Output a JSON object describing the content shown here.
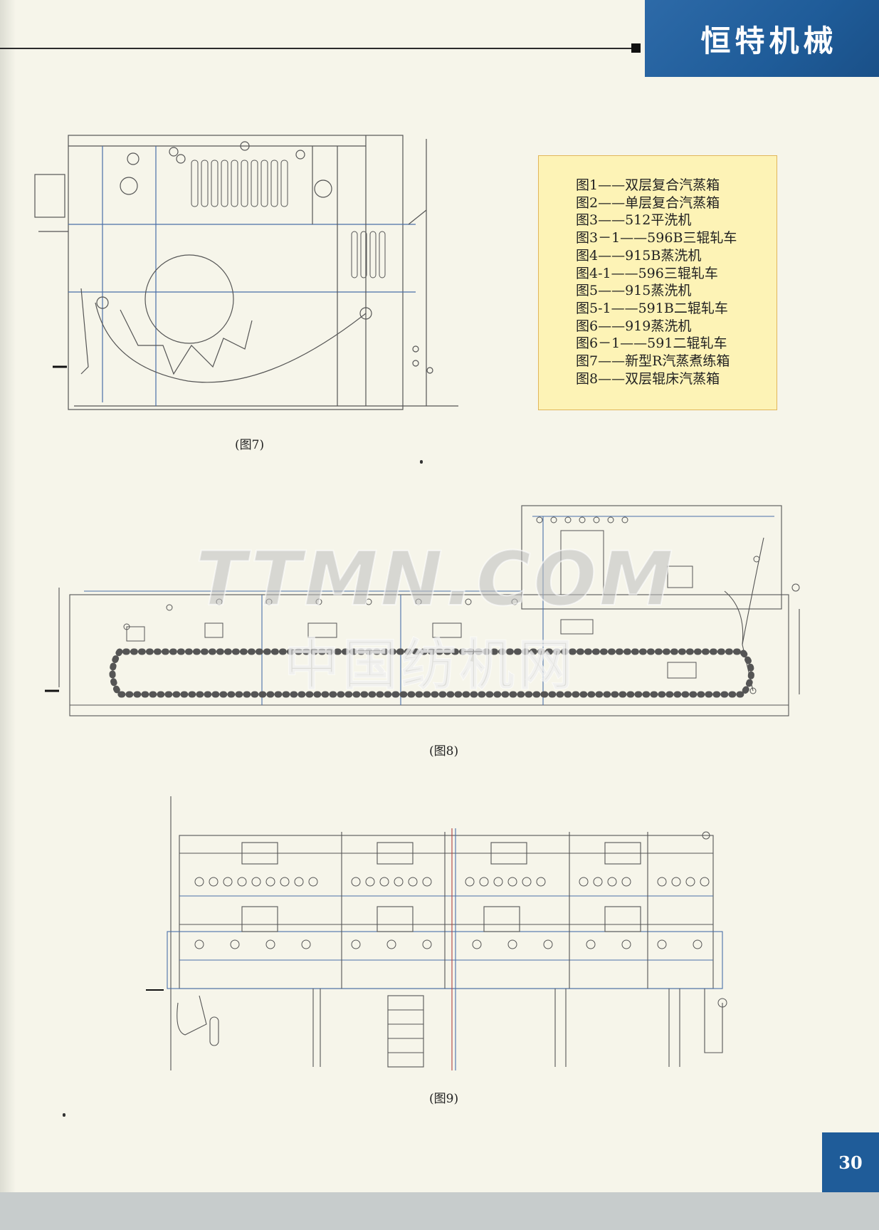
{
  "header": {
    "brand": "恒特机械"
  },
  "legend": {
    "items": [
      "图1——双层复合汽蒸箱",
      "图2——单层复合汽蒸箱",
      "图3——512平洗机",
      "图3－1——596B三辊轧车",
      "图4——915B蒸洗机",
      "图4-1——596三辊轧车",
      "图5——915蒸洗机",
      "图5-1——591B二辊轧车",
      "图6——919蒸洗机",
      "图6－1——591二辊轧车",
      "图7——新型R汽蒸煮练箱",
      "图8——双层辊床汽蒸箱"
    ]
  },
  "figures": {
    "fig7_caption": "(图7)",
    "fig8_caption": "(图8)",
    "fig9_caption": "(图9)"
  },
  "watermark": {
    "line1": "TTMN.COM",
    "line2": "中国纺机网"
  },
  "footer": {
    "page_number": "30"
  },
  "colors": {
    "brand_blue": "#1f5c99",
    "legend_bg": "#fdf3b6",
    "legend_border": "#e1b65a",
    "page_bg": "#f6f5ea"
  }
}
